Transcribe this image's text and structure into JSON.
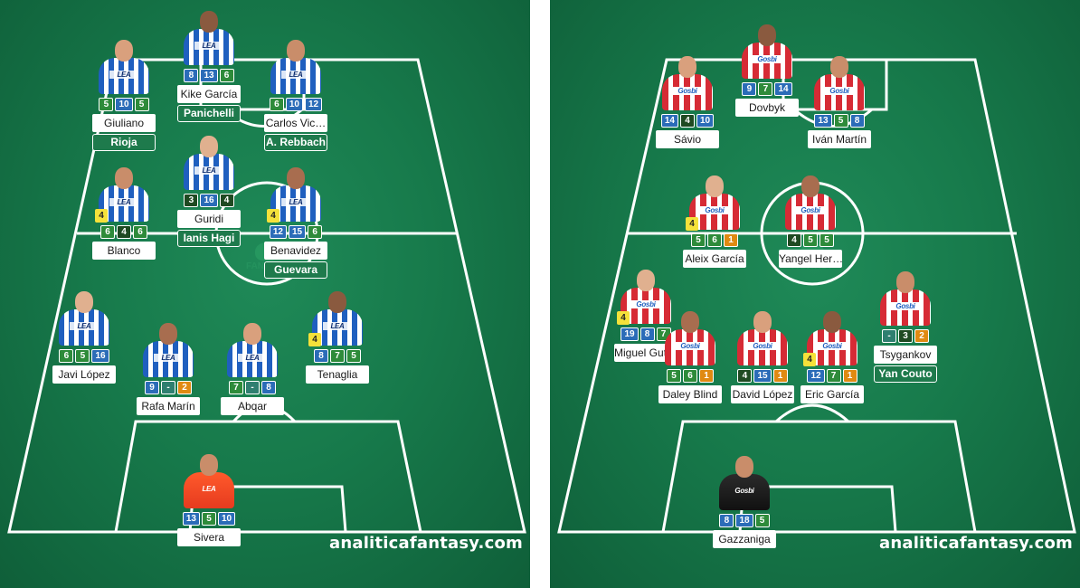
{
  "watermark": "analiticafantasy.com",
  "center_logo_text": "FANTASY",
  "left_team": {
    "players": [
      {
        "name": "Sivera",
        "stats": [
          "13",
          "5",
          "10"
        ],
        "colors": [
          "blue",
          "green",
          "blue"
        ],
        "kit": "gk-orange",
        "sponsor": "LEA"
      },
      {
        "name": "Javi López",
        "stats": [
          "6",
          "5",
          "16"
        ],
        "colors": [
          "green",
          "green",
          "blue"
        ],
        "kit": "alaves",
        "sponsor": "LEA"
      },
      {
        "name": "Rafa Marín",
        "stats": [
          "9",
          "-",
          "2"
        ],
        "colors": [
          "blue",
          "teal",
          "orange"
        ],
        "kit": "alaves",
        "sponsor": "LEA"
      },
      {
        "name": "Abqar",
        "stats": [
          "7",
          "-",
          "8"
        ],
        "colors": [
          "green",
          "teal",
          "blue"
        ],
        "kit": "alaves",
        "sponsor": "LEA"
      },
      {
        "name": "Tenaglia",
        "stats": [
          "8",
          "7",
          "5"
        ],
        "colors": [
          "blue",
          "green",
          "green"
        ],
        "kit": "alaves",
        "sponsor": "LEA",
        "flag": "4"
      },
      {
        "name": "Blanco",
        "stats": [
          "6",
          "4",
          "6"
        ],
        "colors": [
          "green",
          "dark",
          "green"
        ],
        "kit": "alaves",
        "sponsor": "LEA",
        "flag": "4"
      },
      {
        "name": "Guridi",
        "stats": [
          "3",
          "16",
          "4"
        ],
        "colors": [
          "dark",
          "blue",
          "dark"
        ],
        "kit": "alaves",
        "sponsor": "LEA",
        "sub": "Ianis Hagi"
      },
      {
        "name": "Benavidez",
        "stats": [
          "12",
          "15",
          "6"
        ],
        "colors": [
          "blue",
          "blue",
          "green"
        ],
        "kit": "alaves",
        "sponsor": "LEA",
        "flag": "4",
        "sub": "Guevara"
      },
      {
        "name": "Giuliano",
        "stats": [
          "5",
          "10",
          "5"
        ],
        "colors": [
          "green",
          "blue",
          "green"
        ],
        "kit": "alaves",
        "sponsor": "LEA",
        "sub": "Rioja"
      },
      {
        "name": "Kike García",
        "stats": [
          "8",
          "13",
          "6"
        ],
        "colors": [
          "blue",
          "blue",
          "green"
        ],
        "kit": "alaves",
        "sponsor": "LEA",
        "sub": "Panichelli"
      },
      {
        "name": "Carlos Vic…",
        "stats": [
          "6",
          "10",
          "12"
        ],
        "colors": [
          "green",
          "blue",
          "blue"
        ],
        "kit": "alaves",
        "sponsor": "LEA",
        "sub": "A. Rebbach"
      }
    ]
  },
  "right_team": {
    "players": [
      {
        "name": "Gazzaniga",
        "stats": [
          "8",
          "18",
          "5"
        ],
        "colors": [
          "blue",
          "blue",
          "green"
        ],
        "kit": "gk-black",
        "sponsor": "Gosbi"
      },
      {
        "name": "Miguel Gut…",
        "stats": [
          "19",
          "8",
          "7"
        ],
        "colors": [
          "blue",
          "blue",
          "green"
        ],
        "kit": "girona",
        "sponsor": "Gosbi",
        "flag": "4"
      },
      {
        "name": "Daley Blind",
        "stats": [
          "5",
          "6",
          "1"
        ],
        "colors": [
          "green",
          "green",
          "orange"
        ],
        "kit": "girona",
        "sponsor": "Gosbi"
      },
      {
        "name": "David López",
        "stats": [
          "4",
          "15",
          "1"
        ],
        "colors": [
          "dark",
          "blue",
          "orange"
        ],
        "kit": "girona",
        "sponsor": "Gosbi"
      },
      {
        "name": "Eric García",
        "stats": [
          "12",
          "7",
          "1"
        ],
        "colors": [
          "blue",
          "green",
          "orange"
        ],
        "kit": "girona",
        "sponsor": "Gosbi",
        "flag": "4"
      },
      {
        "name": "Tsygankov",
        "stats": [
          "-",
          "3",
          "2"
        ],
        "colors": [
          "teal",
          "dark",
          "orange"
        ],
        "kit": "girona",
        "sponsor": "Gosbi",
        "sub": "Yan Couto"
      },
      {
        "name": "Aleix García",
        "stats": [
          "5",
          "6",
          "1"
        ],
        "colors": [
          "green",
          "green",
          "orange"
        ],
        "kit": "girona",
        "sponsor": "Gosbi",
        "flag": "4"
      },
      {
        "name": "Yangel Her…",
        "stats": [
          "4",
          "5",
          "5"
        ],
        "colors": [
          "dark",
          "green",
          "green"
        ],
        "kit": "girona",
        "sponsor": "Gosbi"
      },
      {
        "name": "Sávio",
        "stats": [
          "14",
          "4",
          "10"
        ],
        "colors": [
          "blue",
          "dark",
          "blue"
        ],
        "kit": "girona",
        "sponsor": "Gosbi"
      },
      {
        "name": "Dovbyk",
        "stats": [
          "9",
          "7",
          "14"
        ],
        "colors": [
          "blue",
          "green",
          "blue"
        ],
        "kit": "girona",
        "sponsor": "Gosbi"
      },
      {
        "name": "Iván Martín",
        "stats": [
          "13",
          "5",
          "8"
        ],
        "colors": [
          "blue",
          "green",
          "blue"
        ],
        "kit": "girona",
        "sponsor": "Gosbi"
      }
    ]
  }
}
